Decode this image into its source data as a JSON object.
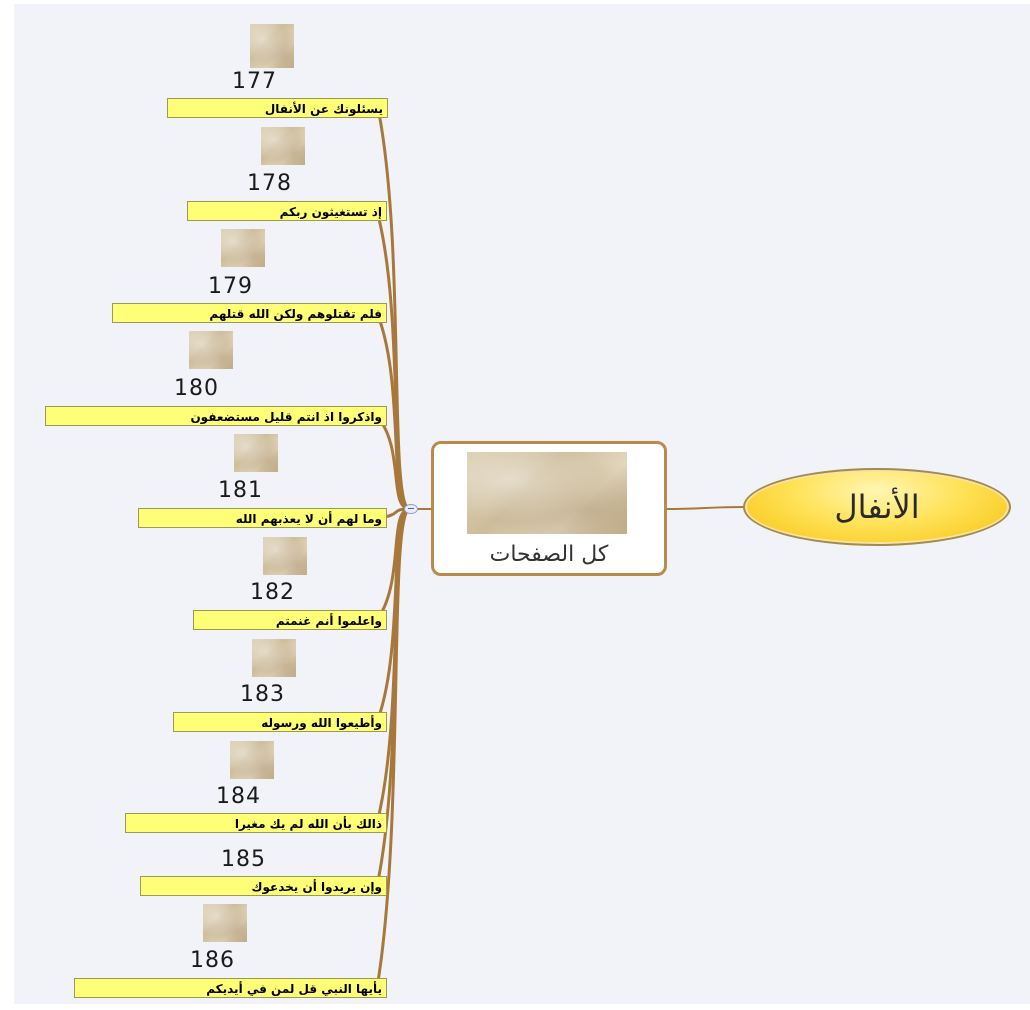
{
  "root": {
    "label": "الأنفال"
  },
  "center": {
    "caption": "كل الصفحات"
  },
  "pages": [
    {
      "number": "177",
      "title": "يسئلونك عن الأنفال"
    },
    {
      "number": "178",
      "title": "إذ تستغيثون ربكم"
    },
    {
      "number": "179",
      "title": "فلم تقتلوهم ولكن الله قتلهم"
    },
    {
      "number": "180",
      "title": "واذكروا اذ انتم قليل مستضعفون"
    },
    {
      "number": "181",
      "title": "وما لهم أن لا يعذبهم الله"
    },
    {
      "number": "182",
      "title": "واعلموا أنم غنمتم"
    },
    {
      "number": "183",
      "title": "وأطيعوا الله ورسوله"
    },
    {
      "number": "184",
      "title": "ذالك بأن الله لم يك مغيرا"
    },
    {
      "number": "185",
      "title": "وإن يريدوا أن يخدعوك"
    },
    {
      "number": "186",
      "title": "يأيها النبي قل لمن في أيديكم"
    }
  ],
  "colors": {
    "branch": "#a8783a",
    "label_background": "#ffff77",
    "root_fill": "#ffd83a",
    "card_border": "#b98a4a"
  }
}
